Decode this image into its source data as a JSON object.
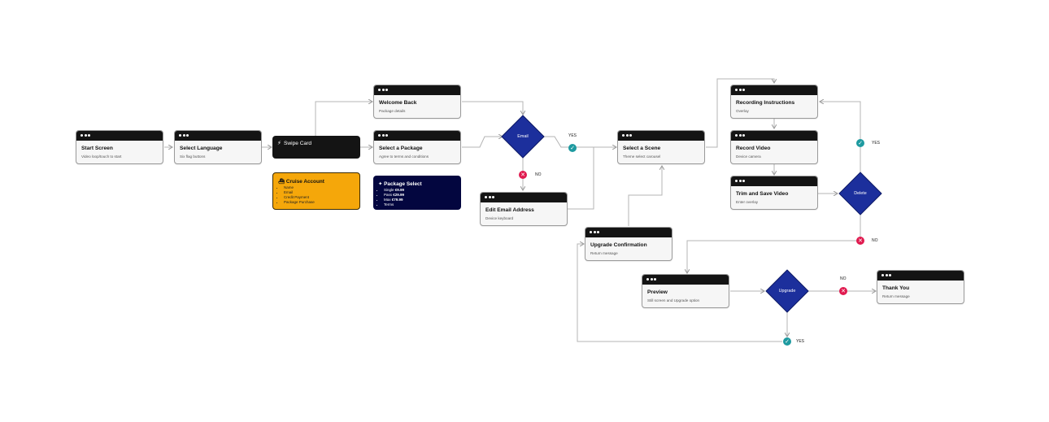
{
  "cards": {
    "start": {
      "title": "Start Screen",
      "sub": "Video loop/touch to start"
    },
    "language": {
      "title": "Select Language",
      "sub": "Six flag buttons"
    },
    "welcome": {
      "title": "Welcome Back",
      "sub": "Package details"
    },
    "package": {
      "title": "Select a Package",
      "sub": "Agree to terms and conditions"
    },
    "scene": {
      "title": "Select a Scene",
      "sub": "Theme select carousel"
    },
    "edit_email": {
      "title": "Edit Email Address",
      "sub": "Device keyboard"
    },
    "upgrade_conf": {
      "title": "Upgrade Confirmation",
      "sub": "Return message"
    },
    "recording": {
      "title": "Recording Instructions",
      "sub": "Overlay"
    },
    "record": {
      "title": "Record Video",
      "sub": "Device camera"
    },
    "trim": {
      "title": "Trim and Save Video",
      "sub": "Enter overlay"
    },
    "preview": {
      "title": "Preview",
      "sub": "Still screen and Upgrade option"
    },
    "thanks": {
      "title": "Thank You",
      "sub": "Return message"
    }
  },
  "swipe_card": {
    "label": "Swipe Card",
    "icon": "bolt-icon"
  },
  "cruise_note": {
    "title": "Cruise Account",
    "icon": "ship-icon",
    "color": "#f5a70a",
    "items": [
      "Name",
      "Email",
      "Credit Payment",
      "Package Purchase"
    ]
  },
  "package_note": {
    "title": "Package Select",
    "icon": "tag-icon",
    "color": "#03063f",
    "items": [
      {
        "label": "Single",
        "price": "€9.99"
      },
      {
        "label": "Pass",
        "price": "€29.99"
      },
      {
        "label": "Max",
        "price": "€79.99"
      },
      {
        "label": "Terms",
        "price": ""
      }
    ]
  },
  "decisions": {
    "email": "Email",
    "delete": "Delete",
    "upgrade": "Upgrade",
    "color": "#1c2f9c"
  },
  "branch": {
    "yes": "YES",
    "no": "NO",
    "yes_color": "#1e9aa0",
    "no_color": "#e01a4f"
  }
}
